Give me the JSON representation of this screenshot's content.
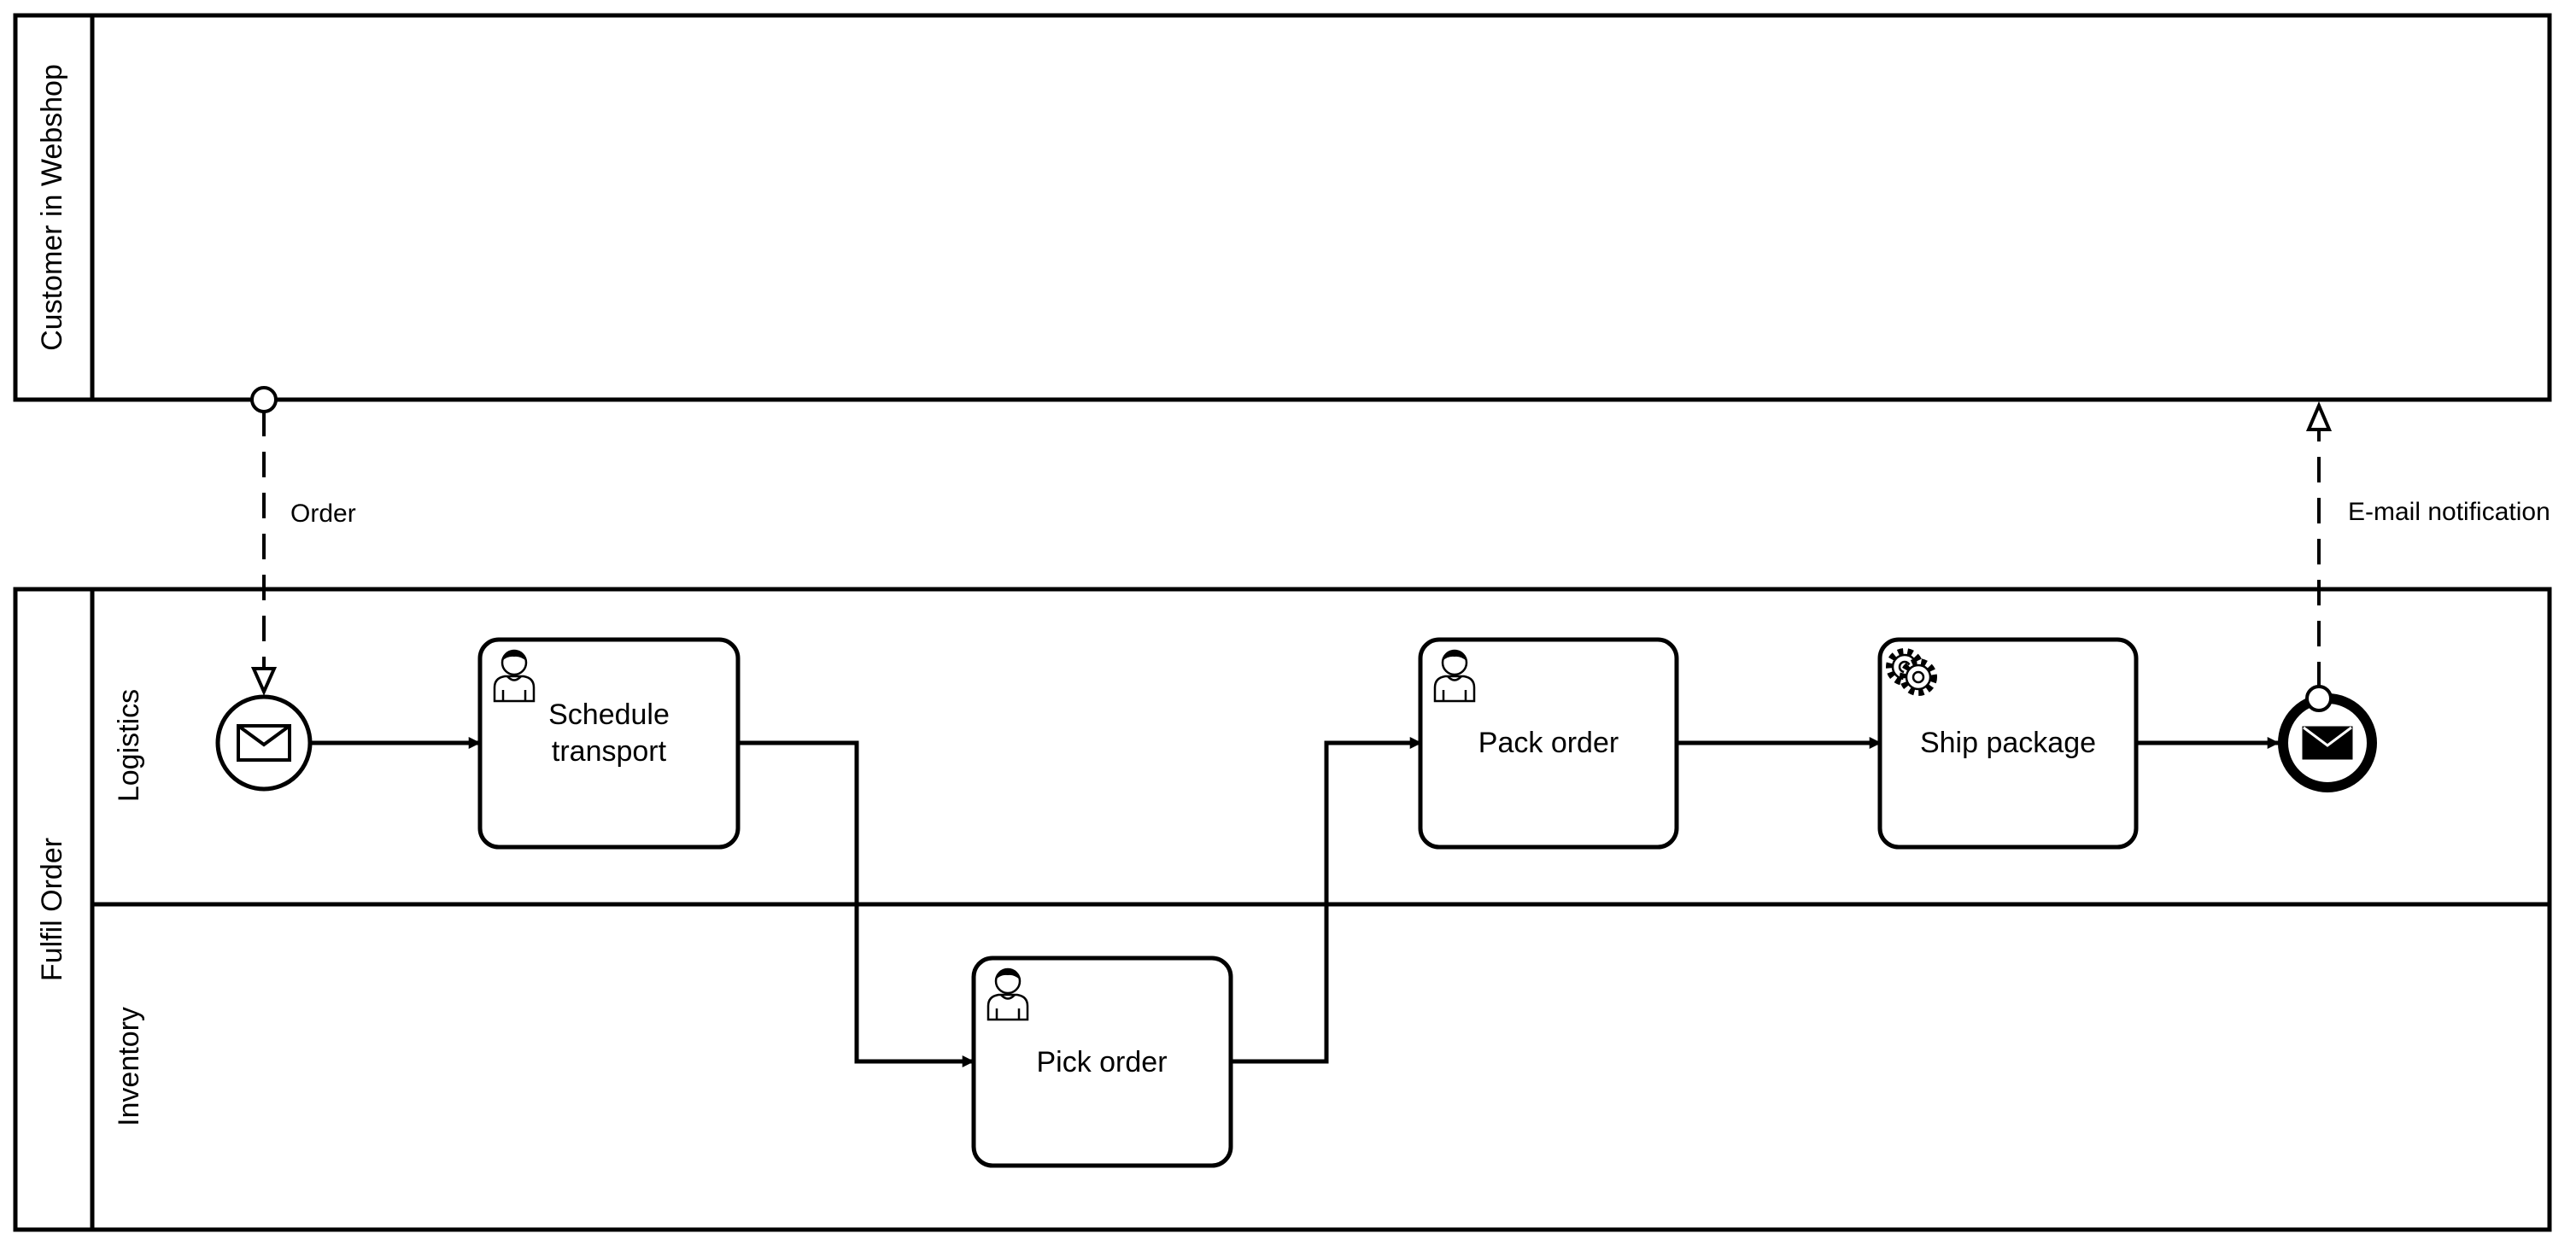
{
  "pools": {
    "customer": {
      "label": "Customer in Webshop"
    },
    "fulfil": {
      "label": "Fulfil Order"
    }
  },
  "lanes": {
    "logistics": {
      "label": "Logistics"
    },
    "inventory": {
      "label": "Inventory"
    }
  },
  "tasks": {
    "schedule_transport": {
      "line1": "Schedule",
      "line2": "transport",
      "type": "user-task"
    },
    "pick_order": {
      "label": "Pick order",
      "type": "user-task"
    },
    "pack_order": {
      "label": "Pack order",
      "type": "user-task"
    },
    "ship_package": {
      "label": "Ship package",
      "type": "service-task"
    }
  },
  "events": {
    "start": {
      "type": "message-start-event"
    },
    "end": {
      "type": "message-end-event"
    }
  },
  "message_flows": {
    "order": {
      "label": "Order"
    },
    "email": {
      "label": "E-mail notification"
    }
  },
  "colors": {
    "stroke": "#000000",
    "fill": "#ffffff"
  }
}
